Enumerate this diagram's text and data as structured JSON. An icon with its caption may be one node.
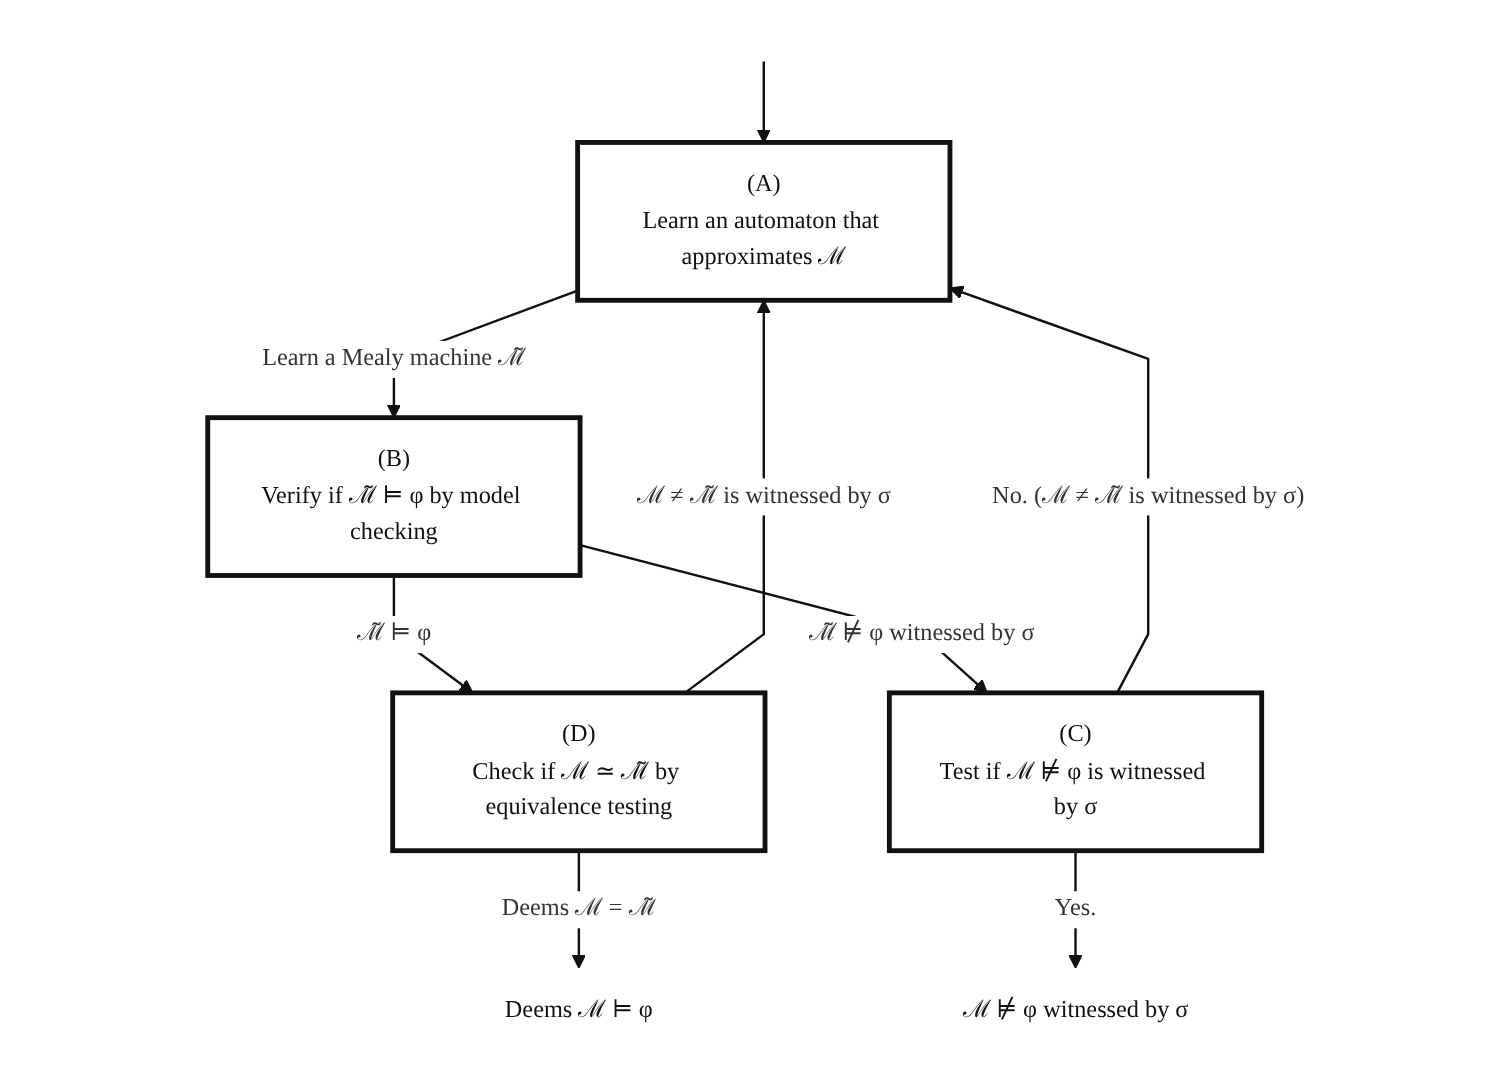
{
  "diagram": {
    "nodes": [
      {
        "text": [
          "(A)",
          "Learn an automaton that approximates ℳ"
        ]
      },
      {
        "text": [
          "(D)",
          "Check if ℳ ≃ ℳ̃ by equivalence testing"
        ]
      },
      {
        "text": [
          "(B)",
          "Verify if ℳ̃ ⊨ φ by model checking"
        ]
      },
      {
        "text": [
          "(C)",
          "Test if ℳ ⊭ φ is witnessed by σ"
        ]
      },
      {
        "text": [
          "Deems ℳ ⊨ φ"
        ]
      },
      {
        "text": [
          "ℳ ⊭ φ witnessed by σ"
        ]
      }
    ],
    "edges": [
      {
        "from": null,
        "to": 0,
        "arrow": "to"
      },
      {
        "from": 0,
        "to": 2,
        "arrow": "to",
        "label": "Learn a Mealy machine ℳ̃"
      },
      {
        "from": 2,
        "to": 1,
        "arrow": "to",
        "label": "ℳ̃ ⊨ φ"
      },
      {
        "from": 2,
        "to": 3,
        "arrow": "to",
        "label": "ℳ̃ ⊭ φ witnessed by σ"
      },
      {
        "from": 1,
        "to": 0,
        "arrow": "to",
        "label": "ℳ ≠ ℳ̃ is witnessed by σ"
      },
      {
        "from": 3,
        "to": 0,
        "arrow": "to",
        "label": "No. (ℳ ≠ ℳ̃ is witnessed by σ)"
      },
      {
        "from": 1,
        "to": 4,
        "arrow": "to",
        "label": "Deems ℳ = ℳ̃"
      },
      {
        "from": 3,
        "to": 5,
        "arrow": "to",
        "label": "Yes."
      }
    ]
  }
}
